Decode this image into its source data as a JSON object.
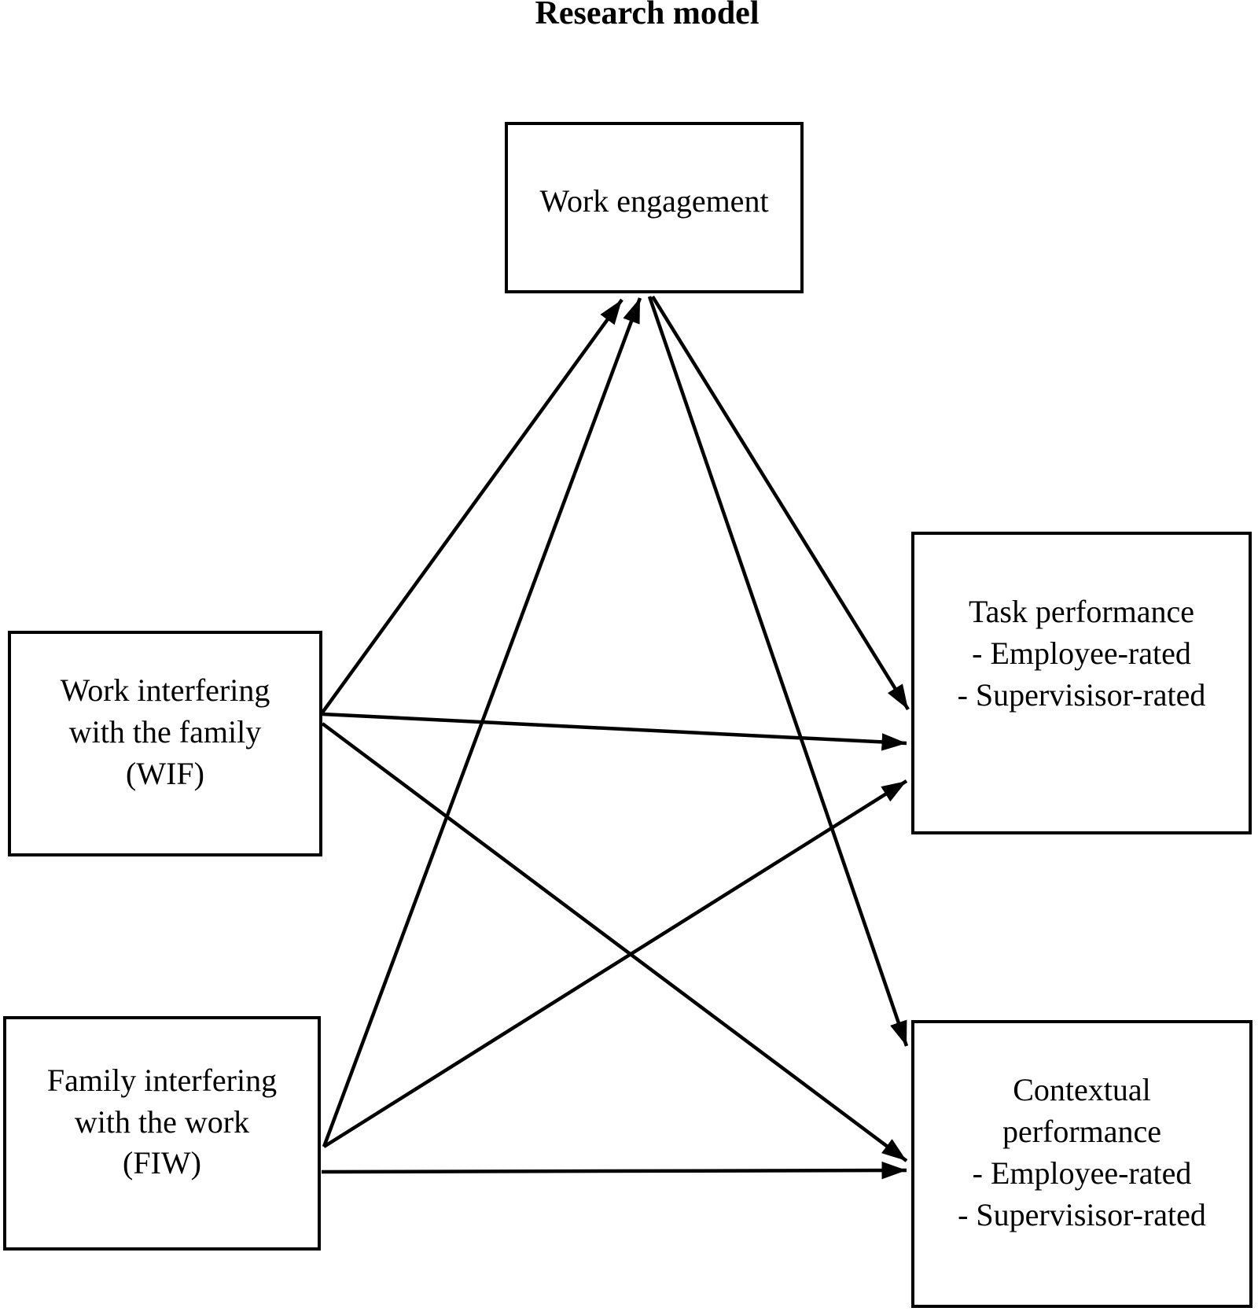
{
  "title": "Research model",
  "nodes": {
    "work_engagement": {
      "label": "Work engagement"
    },
    "wif": {
      "label": "Work interfering\nwith the family\n(WIF)"
    },
    "fiw": {
      "label": "Family interfering\nwith the work\n(FIW)"
    },
    "task_performance": {
      "label": "Task performance\n- Employee-rated\n- Supervisisor-rated"
    },
    "contextual_performance": {
      "label": "Contextual\nperformance\n- Employee-rated\n- Supervisisor-rated"
    }
  },
  "edges": [
    {
      "from": "wif",
      "to": "work_engagement"
    },
    {
      "from": "fiw",
      "to": "work_engagement"
    },
    {
      "from": "work_engagement",
      "to": "task_performance"
    },
    {
      "from": "work_engagement",
      "to": "contextual_performance"
    },
    {
      "from": "wif",
      "to": "task_performance"
    },
    {
      "from": "wif",
      "to": "contextual_performance"
    },
    {
      "from": "fiw",
      "to": "task_performance"
    },
    {
      "from": "fiw",
      "to": "contextual_performance"
    }
  ],
  "colors": {
    "line": "#000000",
    "background": "#ffffff",
    "text": "#000000"
  }
}
